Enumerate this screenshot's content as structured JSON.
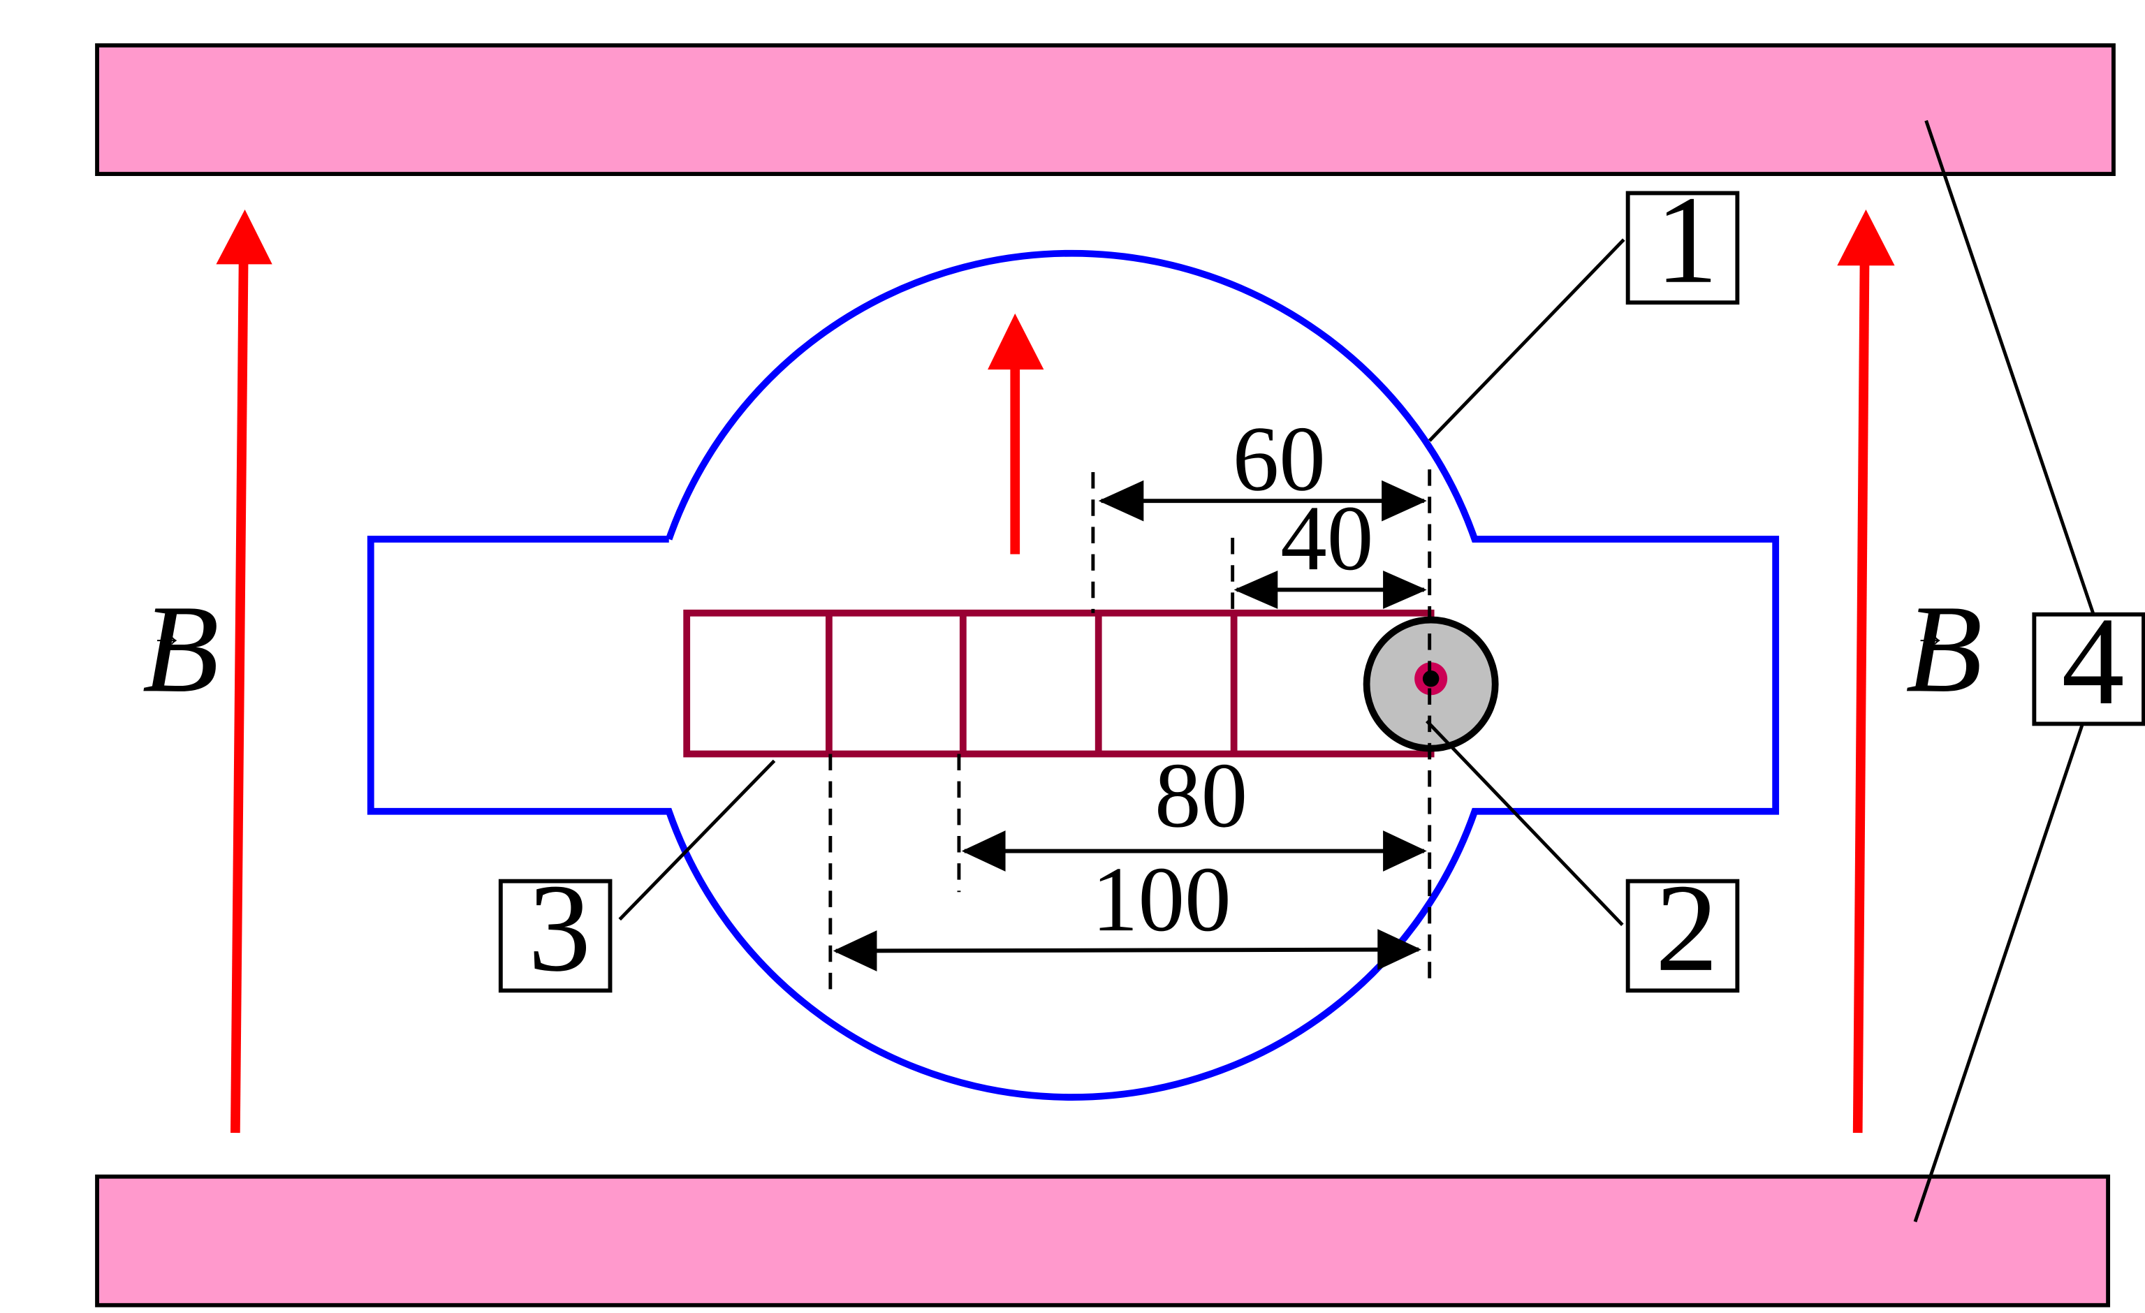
{
  "colors": {
    "magnet": "#ff99cc",
    "chamber": "#0000ff",
    "field_arrow": "#ff0000",
    "ladder": "#990033",
    "wire": "#c0c0c0",
    "wire_core": "#cc0055",
    "line": "#000000"
  },
  "field": {
    "symbol": "B",
    "vector_mark": "→"
  },
  "dimensions": {
    "d60": "60",
    "d40": "40",
    "d80": "80",
    "d100": "100"
  },
  "callouts": {
    "c1": "1",
    "c2": "2",
    "c3": "3",
    "c4": "4"
  },
  "icons": {
    "field_arrow": "up-arrow-icon",
    "dimension_arrow": "double-arrow-icon",
    "wire": "circle-wire-icon"
  }
}
